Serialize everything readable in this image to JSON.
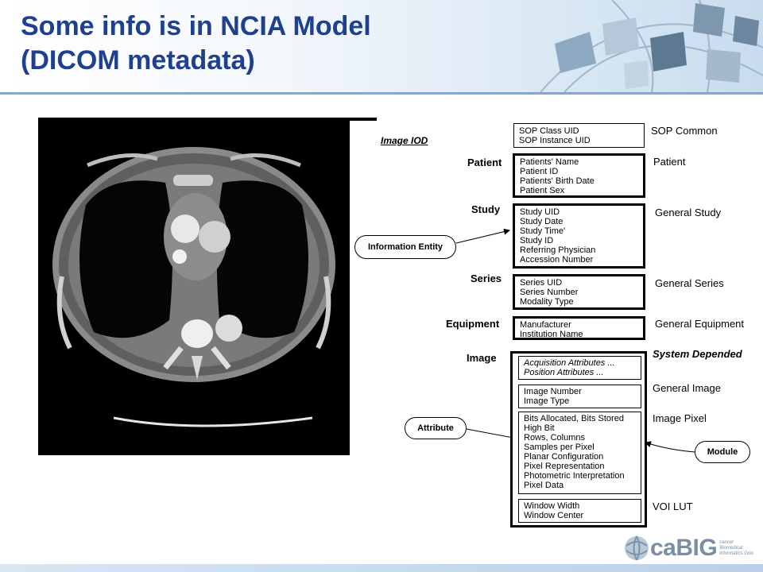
{
  "title": "Some info is in NCIA Model\n(DICOM metadata)",
  "image_iod_label": "Image IOD",
  "entities": {
    "patient": "Patient",
    "study": "Study",
    "series": "Series",
    "equipment": "Equipment",
    "image": "Image"
  },
  "modules": {
    "sop_common": "SOP Common",
    "patient": "Patient",
    "general_study": "General Study",
    "general_series": "General Series",
    "general_equipment": "General Equipment",
    "system_depended": "System Depended",
    "general_image": "General Image",
    "image_pixel": "Image Pixel",
    "voi_lut": "VOI LUT"
  },
  "boxes": {
    "sop": [
      "SOP Class UID",
      "SOP Instance UID"
    ],
    "patient": [
      "Patients' Name",
      "Patient ID",
      "Patients' Birth Date",
      "Patient Sex"
    ],
    "study": [
      "Study UID",
      "Study Date",
      "Study Time'",
      "Study ID",
      "Referring Physician",
      "Accession Number"
    ],
    "series": [
      "Series UID",
      "Series Number",
      "Modality Type"
    ],
    "equipment": [
      "Manufacturer",
      "Institution Name"
    ],
    "acquisition": [
      "Acquisition Attributes ...",
      "Position Attributes ..."
    ],
    "general_image": [
      "Image Number",
      "Image Type"
    ],
    "image_pixel": [
      "Bits Allocated, Bits Stored",
      "High Bit",
      "Rows, Columns",
      "Samples per Pixel",
      "Planar Configuration",
      "Pixel Representation",
      "Photometric Interpretation",
      "Pixel Data"
    ],
    "voi_lut": [
      "Window Width",
      "Window Center"
    ]
  },
  "callouts": {
    "information_entity": "Information Entity",
    "attribute": "Attribute",
    "module": "Module"
  },
  "logo": {
    "name": "caBIG",
    "tagline": "cancer Biomedical Informatics Grid"
  }
}
